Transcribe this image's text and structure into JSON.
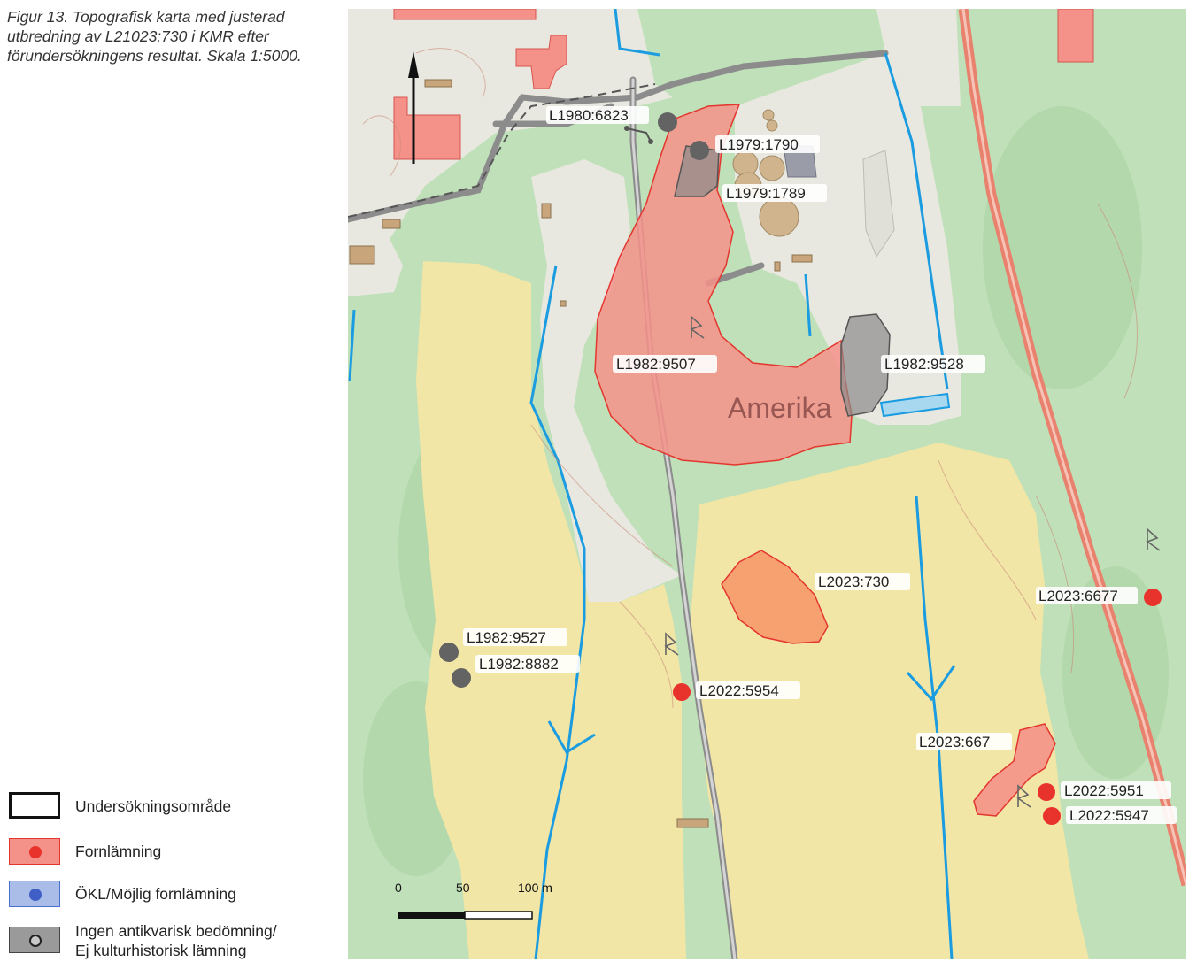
{
  "caption": "Figur 13. Topografisk karta med justerad utbredning av L21023:730 i KMR efter förundersökningens resultat. Skala 1:5000.",
  "map": {
    "place_name": "Amerika",
    "labels": {
      "l1980_6823": "L1980:6823",
      "l1979_1790": "L1979:1790",
      "l1979_1789": "L1979:1789",
      "l1982_9507": "L1982:9507",
      "l1982_9528": "L1982:9528",
      "l2023_730": "L2023:730",
      "l2023_6677": "L2023:6677",
      "l1982_9527": "L1982:9527",
      "l1982_8882": "L1982:8882",
      "l2022_5954": "L2022:5954",
      "l2023_667": "L2023:667",
      "l2022_5951": "L2022:5951",
      "l2022_5947": "L2022:5947"
    },
    "scale_bar": {
      "zero": "0",
      "mid": "50",
      "end": "100 m"
    },
    "colors": {
      "forest": "#bfe0b8",
      "field": "#f2e6a6",
      "developed": "#e9e8e0",
      "fornlamning_fill": "#f4928a",
      "fornlamning_stroke": "#e3362e",
      "l2023_730_fill": "#f7a070",
      "grey_object": "#8a8a8a",
      "red_point": "#e8322c",
      "water": "#1b9ce0",
      "road_major": "#e8826e",
      "road_minor": "#8c8c8c"
    }
  },
  "legend": {
    "items": [
      {
        "label": "Undersökningsområde"
      },
      {
        "label": "Fornlämning"
      },
      {
        "label": "ÖKL/Möjlig fornlämning"
      },
      {
        "label_line1": "Ingen antikvarisk bedömning/",
        "label_line2": "Ej kulturhistorisk lämning"
      }
    ]
  }
}
